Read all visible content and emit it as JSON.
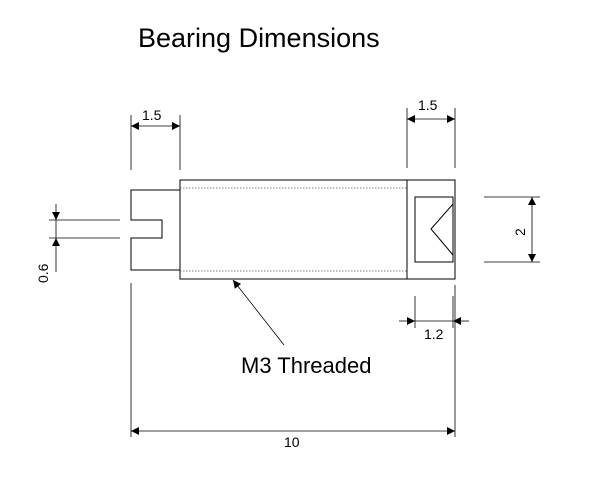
{
  "title": "Bearing Dimensions",
  "callout": "M3 Threaded",
  "dimensions": {
    "slot_end_length": "1.5",
    "cone_end_length": "1.5",
    "slot_width": "0.6",
    "cone_height": "2",
    "cone_depth": "1.2",
    "overall_length": "10"
  }
}
